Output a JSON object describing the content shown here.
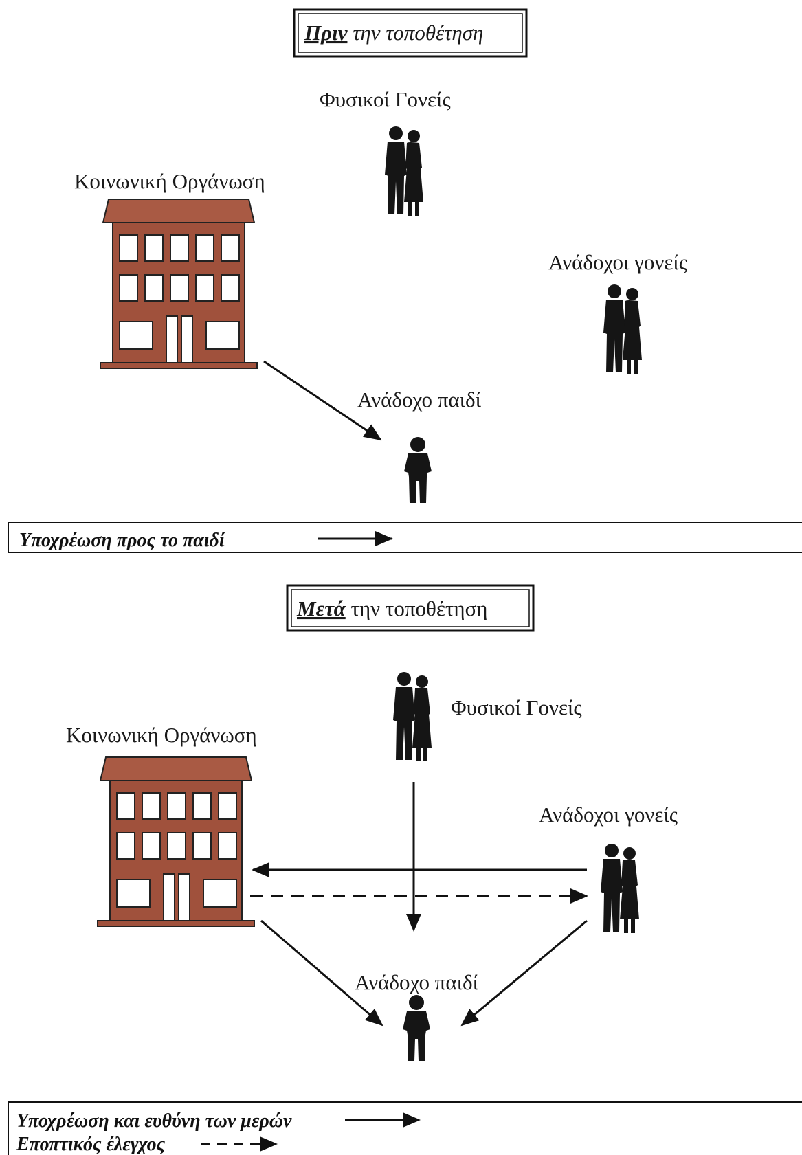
{
  "top": {
    "title_emphasis": "Πριν",
    "title_rest": " την τοποθέτηση",
    "label_birth_parents": "Φυσικοί Γονείς",
    "label_agency": "Κοινωνική Οργάνωση",
    "label_foster_parents": "Ανάδοχοι γονείς",
    "label_foster_child": "Ανάδοχο  παιδί",
    "legend_obligation": "Υποχρέωση προς το παιδί"
  },
  "bottom": {
    "title_emphasis": "Μετά",
    "title_rest": " την τοποθέτηση",
    "label_birth_parents": "Φυσικοί Γονείς",
    "label_agency": "Κοινωνική Οργάνωση",
    "label_foster_parents": "Ανάδοχοι γονείς",
    "label_foster_child": "Ανάδοχο παιδί",
    "legend_obligation": "Υποχρέωση και ευθύνη των μερών",
    "legend_supervision": "Εποπτικός έλεγχος"
  },
  "colors": {
    "building_wall": "#a0513c",
    "building_roof": "#a95a44",
    "window": "#ffffff",
    "silhouette": "#151515"
  },
  "icons": [
    "building-icon",
    "couple-icon",
    "child-icon",
    "arrow-icon"
  ]
}
